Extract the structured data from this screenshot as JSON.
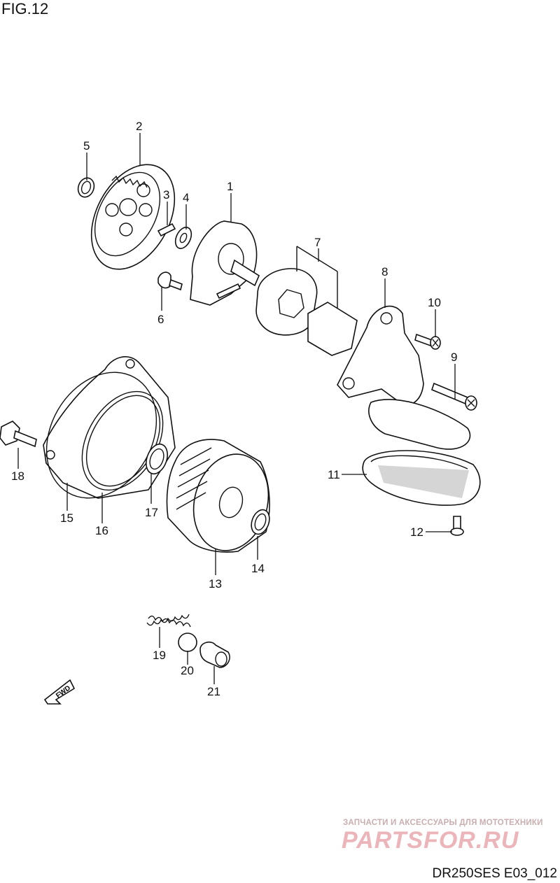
{
  "figure": {
    "title": "FIG.12",
    "code": "DR250SES E03_012"
  },
  "watermark": {
    "subtitle": "ЗАПЧАСТИ И АКСЕССУАРЫ ДЛЯ МОТОТЕХНИКИ",
    "brand": "PARTSFOR.RU"
  },
  "direction_arrow": {
    "label": "FWD",
    "icon": "fwd-arrow-icon"
  },
  "callouts": [
    {
      "num": "1"
    },
    {
      "num": "2"
    },
    {
      "num": "3"
    },
    {
      "num": "4"
    },
    {
      "num": "5"
    },
    {
      "num": "6"
    },
    {
      "num": "7"
    },
    {
      "num": "8"
    },
    {
      "num": "9"
    },
    {
      "num": "10"
    },
    {
      "num": "11"
    },
    {
      "num": "12"
    },
    {
      "num": "13"
    },
    {
      "num": "14"
    },
    {
      "num": "15"
    },
    {
      "num": "16"
    },
    {
      "num": "17"
    },
    {
      "num": "18"
    },
    {
      "num": "19"
    },
    {
      "num": "20"
    },
    {
      "num": "21"
    }
  ]
}
